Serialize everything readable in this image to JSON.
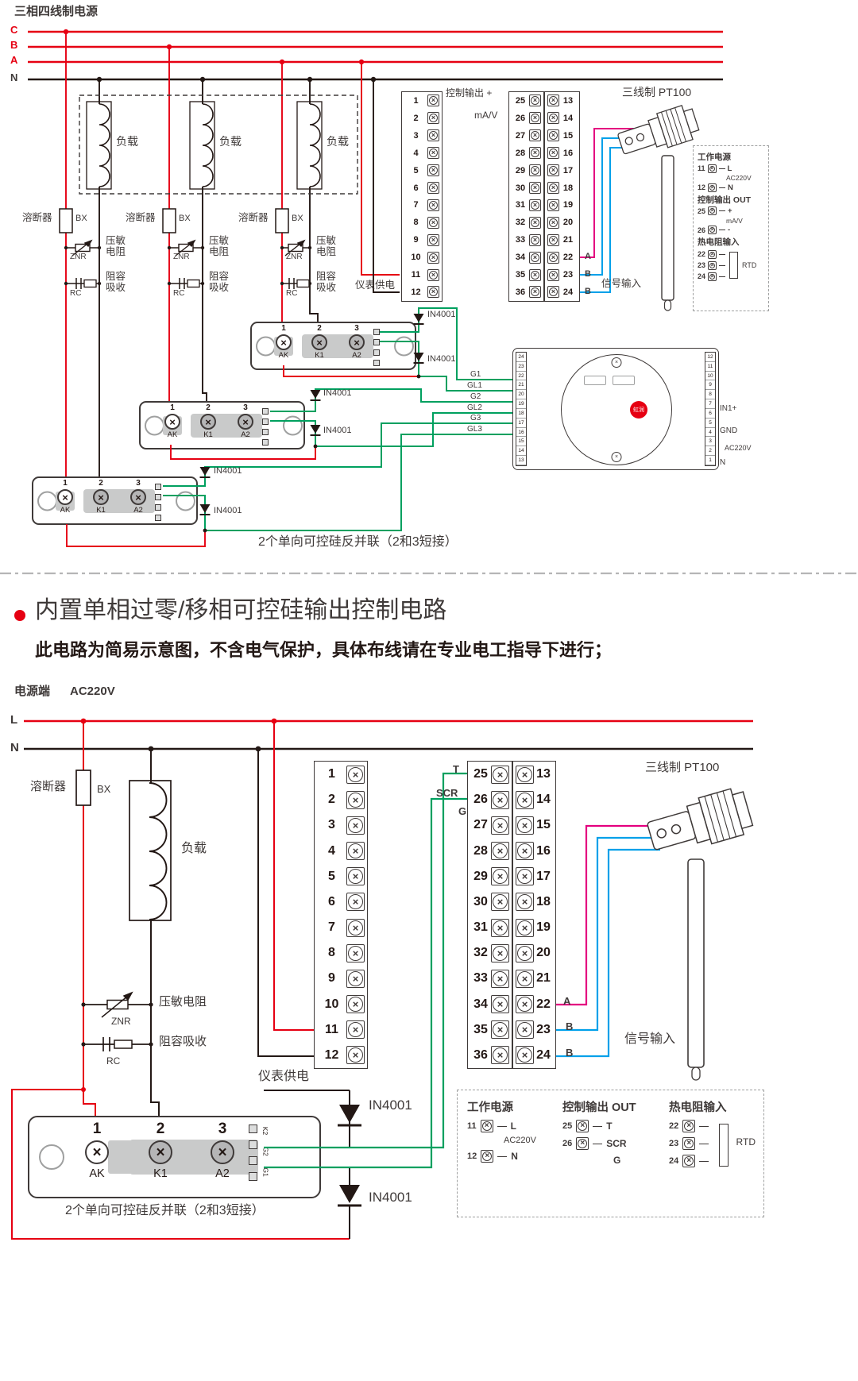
{
  "colors": {
    "red": "#e60012",
    "black": "#231815",
    "green": "#00a05f",
    "blue": "#00a0e9",
    "magenta": "#e4007f"
  },
  "common": {
    "load": "负载",
    "fuse": "溶断器",
    "fuse_code": "BX",
    "znr": "压敏电阻",
    "znr_code": "ZNR",
    "rc": "阻容吸收",
    "rc_code": "RC",
    "diode": "IN4001",
    "meter_supply": "仪表供电",
    "signal_input": "信号输入",
    "pt100": "三线制 PT100",
    "caption": "2个单向可控硅反并联（2和3短接）",
    "module_nums": [
      "1",
      "2",
      "3"
    ],
    "module_pins": [
      "AK",
      "K1",
      "A2"
    ],
    "module_strip": [
      "K2",
      "G2",
      "G1"
    ],
    "block_left": [
      "1",
      "2",
      "3",
      "4",
      "5",
      "6",
      "7",
      "8",
      "9",
      "10",
      "11",
      "12"
    ],
    "block_mid": [
      "25",
      "26",
      "27",
      "28",
      "29",
      "30",
      "31",
      "32",
      "33",
      "34",
      "35",
      "36"
    ],
    "block_right": [
      "13",
      "14",
      "15",
      "16",
      "17",
      "18",
      "19",
      "20",
      "21",
      "22",
      "23",
      "24"
    ],
    "abb": [
      "A",
      "B",
      "B"
    ],
    "panel": {
      "work_power": "工作电源",
      "l": "L",
      "ac": "AC220V",
      "n": "N",
      "n11": "11",
      "n12": "12",
      "ctrl_out": "控制输出 OUT",
      "n25": "25",
      "n26": "26",
      "rtd_input": "热电阻输入",
      "n22": "22",
      "n23": "23",
      "n24": "24",
      "rtd": "RTD"
    }
  },
  "top": {
    "title": "三相四线制电源",
    "phases": [
      "C",
      "B",
      "A",
      "N"
    ],
    "ctrl_out_plus": "控制输出 +",
    "mav": "mA/V",
    "g_labels": [
      "G1",
      "GL1",
      "G2",
      "GL2",
      "G3",
      "GL3"
    ],
    "panel_out": {
      "plus": "+",
      "minus": "-"
    },
    "controller": {
      "left_nums": [
        "24",
        "23",
        "22",
        "21",
        "20",
        "19",
        "18",
        "17",
        "16",
        "15",
        "14",
        "13"
      ],
      "right_nums": [
        "12",
        "11",
        "10",
        "9",
        "8",
        "7",
        "6",
        "5",
        "4",
        "3",
        "2",
        "1"
      ],
      "in1": "IN1+",
      "gnd": "GND",
      "ac": "AC220V",
      "n": "N",
      "brand": "虹润"
    }
  },
  "middle": {
    "title": "内置单相过零/移相可控硅输出控制电路",
    "subtitle": "此电路为简易示意图，不含电气保护，具体布线请在专业电工指导下进行；"
  },
  "bottom": {
    "source": "电源端",
    "voltage": "AC220V",
    "lines": [
      "L",
      "N"
    ],
    "t": "T",
    "scr": "SCR",
    "g": "G"
  }
}
